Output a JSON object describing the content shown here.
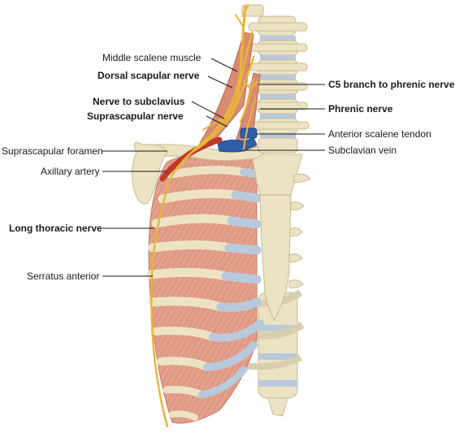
{
  "labels": {
    "middle_scalene_muscle": "Middle scalene muscle",
    "dorsal_scapular_nerve": "Dorsal scapular nerve",
    "nerve_to_subclavius": "Nerve to subclavius",
    "suprascapular_nerve": "Suprascapular nerve",
    "suprascapular_foramen": "Suprascapular foramen",
    "axillary_artery": "Axillary artery",
    "long_thoracic_nerve": "Long thoracic nerve",
    "serratus_anterior": "Serratus anterior",
    "c5_branch_to_phrenic_nerve": "C5 branch to phrenic nerve",
    "phrenic_nerve": "Phrenic nerve",
    "anterior_scalene_tendon": "Anterior scalene tendon",
    "subclavian_vein": "Subclavian vein"
  },
  "colors": {
    "bone": "#ece3c4",
    "bone_edge": "#c9bb8e",
    "muscle": "#e3a08a",
    "muscle_dark": "#c97a64",
    "cartilage": "#b9c9dc",
    "nerve": "#e8b53a",
    "artery": "#c0392b",
    "vein": "#2f5fa8",
    "leader": "#1a1a1a"
  }
}
